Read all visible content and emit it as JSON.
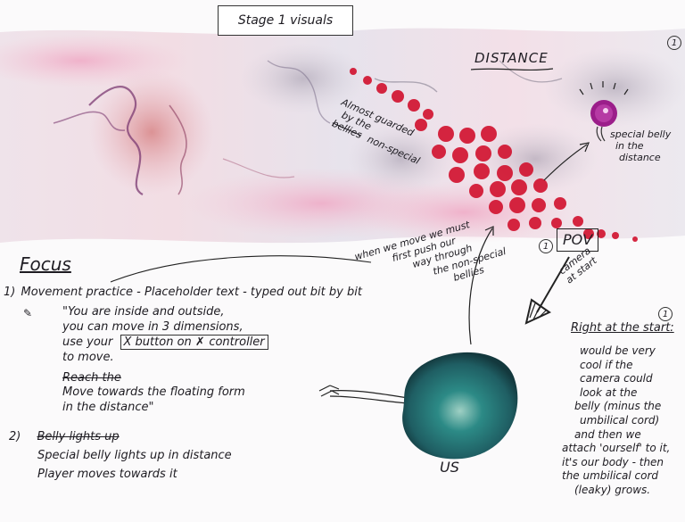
{
  "title": "Stage 1 visuals",
  "badge_number": "1",
  "distance_label": "DISTANCE",
  "guarded_text": [
    "Almost guarded",
    "by the",
    "bellies",
    "non-special"
  ],
  "special_belly_text": [
    "special belly",
    "in the",
    "distance"
  ],
  "pov_number": "1",
  "pov_label": "POV",
  "camera_text": [
    "camera",
    "at start"
  ],
  "when_we_move_text": [
    "when we move we must",
    "first push our",
    "way through",
    "the non-special",
    "bellies"
  ],
  "focus_title": "Focus",
  "item1": {
    "number": "1)",
    "title": "Movement practice - Placeholder text - typed out bit by bit",
    "quote_lines": [
      "\"You are inside and outside,",
      "you can move in 3 dimensions,",
      "use your",
      "X button on",
      "controller",
      "to move."
    ],
    "struck": "Reach the",
    "move_lines": [
      "Move towards the floating form",
      "in the distance\""
    ]
  },
  "item2": {
    "number": "2)",
    "struck": "Belly lights up",
    "lines": [
      "Special belly lights up in distance",
      "Player moves towards it"
    ]
  },
  "right_note": {
    "number": "1",
    "heading": "Right at the start:",
    "lines": [
      "would be very",
      "cool if the",
      "camera could",
      "look at the",
      "belly (minus the",
      "umbilical cord)",
      "and then we",
      "attach 'ourself' to it,",
      "it's our body - then",
      "the umbilical cord",
      "(leaky) grows."
    ]
  },
  "us_label": "US",
  "colors": {
    "ink": "#1e1c22",
    "belly_red": "#d0102c",
    "special_purple": "#9b1e8a",
    "us_teal": "#1f6e72",
    "wash_pink": "#e9b7c8",
    "wash_purple": "#7b3a72"
  }
}
